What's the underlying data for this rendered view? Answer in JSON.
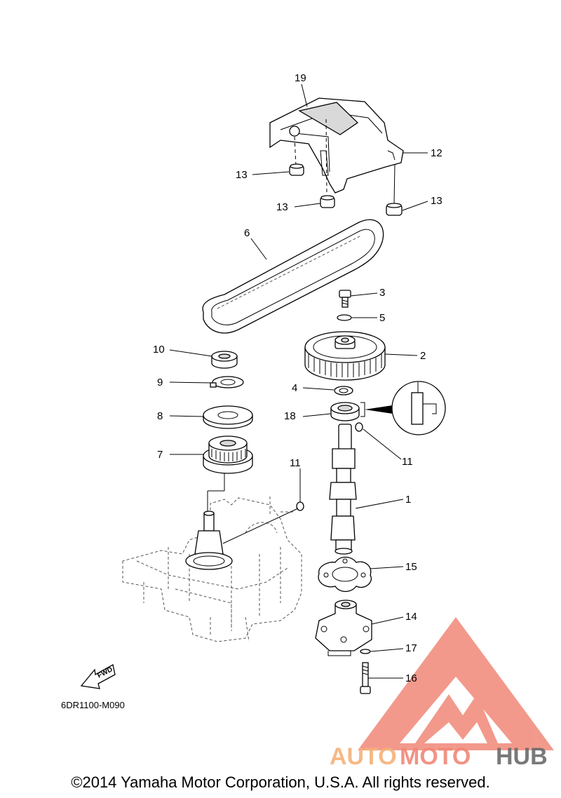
{
  "diagram": {
    "code": "6DR1100-M090",
    "fwd_label": "FWD",
    "copyright": "©2014 Yamaha Motor Corporation, U.S.A. All rights reserved.",
    "callouts": {
      "n1": "1",
      "n2": "2",
      "n3": "3",
      "n4": "4",
      "n5": "5",
      "n6": "6",
      "n7": "7",
      "n8": "8",
      "n9": "9",
      "n10": "10",
      "n11a": "11",
      "n11b": "11",
      "n12": "12",
      "n13a": "13",
      "n13b": "13",
      "n13c": "13",
      "n14": "14",
      "n15": "15",
      "n16": "16",
      "n17": "17",
      "n18": "18",
      "n19": "19"
    }
  },
  "watermark": {
    "part1": "AUTO",
    "part2": "MOTO",
    "part3": "HUB",
    "color_primary": "#f08878",
    "color_secondary": "#f4b27a",
    "color_dark": "#6b6b6b"
  }
}
